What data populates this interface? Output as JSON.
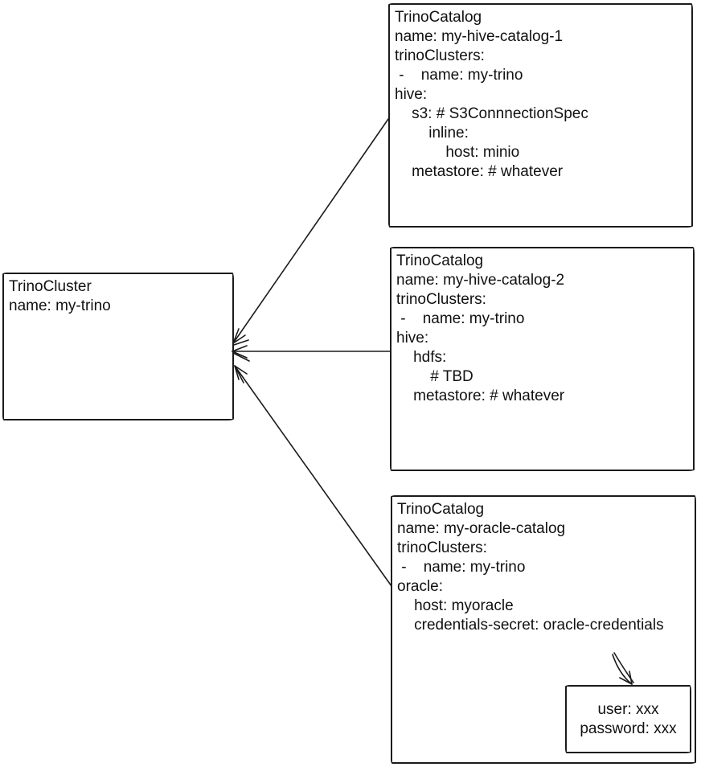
{
  "colors": {
    "stroke": "#1b1b1b",
    "background": "#ffffff"
  },
  "cluster": {
    "kind": "TrinoCluster",
    "lines": [
      "TrinoCluster",
      "name: my-trino"
    ]
  },
  "catalogs": [
    {
      "kind": "TrinoCatalog",
      "lines": [
        "TrinoCatalog",
        "name: my-hive-catalog-1",
        "trinoClusters:",
        " -    name: my-trino",
        "hive:",
        "    s3: # S3ConnnectionSpec",
        "        inline:",
        "            host: minio",
        "    metastore: # whatever"
      ]
    },
    {
      "kind": "TrinoCatalog",
      "lines": [
        "TrinoCatalog",
        "name: my-hive-catalog-2",
        "trinoClusters:",
        " -    name: my-trino",
        "hive:",
        "    hdfs:",
        "        # TBD",
        "    metastore: # whatever"
      ]
    },
    {
      "kind": "TrinoCatalog",
      "lines": [
        "TrinoCatalog",
        "name: my-oracle-catalog",
        "trinoClusters:",
        " -    name: my-trino",
        "oracle:",
        "    host: myoracle",
        "    credentials-secret: oracle-credentials"
      ]
    }
  ],
  "secret": {
    "kind": "Secret",
    "lines": [
      "user: xxx",
      "password: xxx"
    ]
  },
  "connectors": [
    {
      "from": "trino-catalog-1",
      "to": "trino-cluster",
      "style": "arrow"
    },
    {
      "from": "trino-catalog-2",
      "to": "trino-cluster",
      "style": "arrow"
    },
    {
      "from": "trino-catalog-3",
      "to": "trino-cluster",
      "style": "arrow"
    },
    {
      "from": "credentials-secret-field",
      "to": "oracle-credentials-secret",
      "style": "arrow"
    }
  ]
}
